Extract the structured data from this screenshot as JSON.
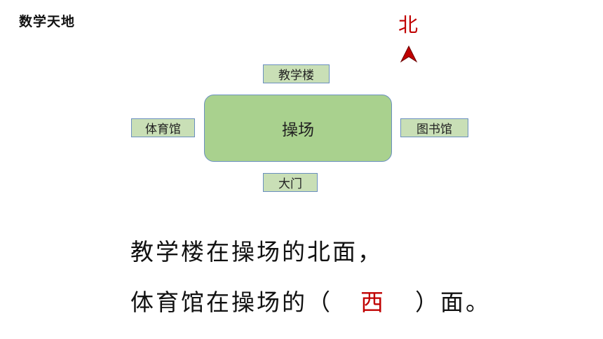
{
  "header": {
    "title": "数学天地"
  },
  "compass": {
    "label": "北",
    "color": "#c00000"
  },
  "map": {
    "center": "操场",
    "north": "教学楼",
    "west": "体育馆",
    "east": "图书馆",
    "south": "大门"
  },
  "sentences": {
    "line1": "教学楼在操场的北面，",
    "line2_prefix": "体育馆在操场的（",
    "line2_answer": "西",
    "line2_suffix": "）面。"
  },
  "colors": {
    "box_fill": "#c9dfb6",
    "playground_fill": "#a9d18e",
    "border": "#6a8fbf",
    "answer": "#c00000"
  }
}
